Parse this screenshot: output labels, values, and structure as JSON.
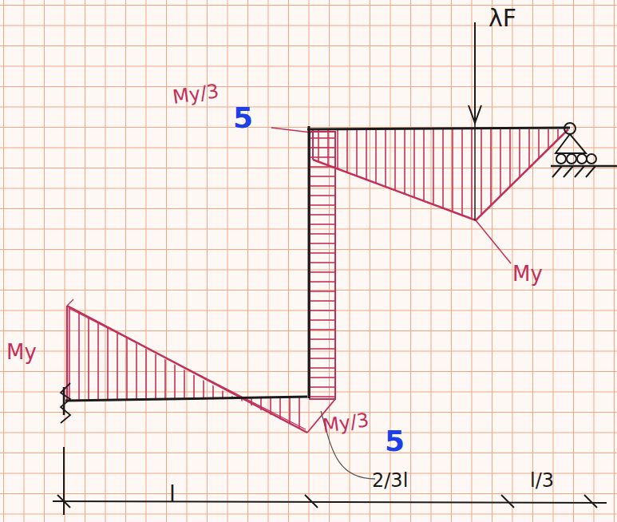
{
  "diagram": {
    "labels": [
      "λF",
      "My/3",
      "5",
      "My",
      "My",
      "My/3",
      "5",
      "l",
      "2/3l",
      "l/3"
    ]
  }
}
